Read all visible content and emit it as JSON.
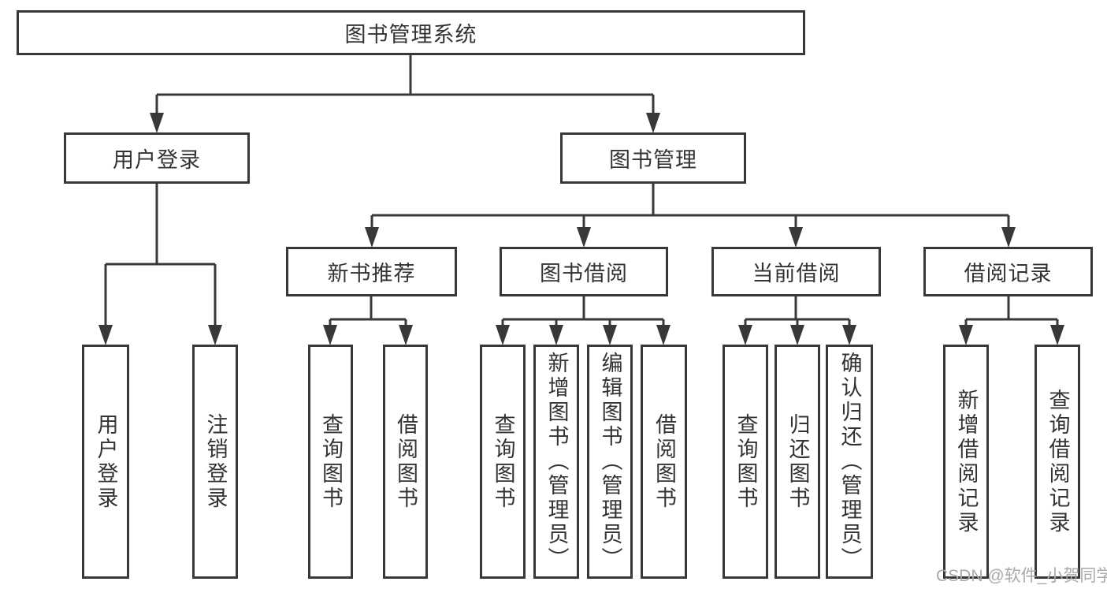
{
  "colors": {
    "line": "#383838",
    "node_border": "#383838",
    "node_text": "#333333",
    "background": "#ffffff",
    "watermark_text_color": "#a9a9a9"
  },
  "diagram": {
    "root": {
      "label": "图书管理系统"
    },
    "branches": [
      {
        "label": "用户登录",
        "children": [
          {
            "label": "用户登录"
          },
          {
            "label": "注销登录"
          }
        ]
      },
      {
        "label": "图书管理",
        "children": [
          {
            "label": "新书推荐",
            "children": [
              {
                "label": "查询图书"
              },
              {
                "label": "借阅图书"
              }
            ]
          },
          {
            "label": "图书借阅",
            "children": [
              {
                "label": "查询图书"
              },
              {
                "label": "新增图书（管理员）"
              },
              {
                "label": "编辑图书（管理员）"
              },
              {
                "label": "借阅图书"
              }
            ]
          },
          {
            "label": "当前借阅",
            "children": [
              {
                "label": "查询图书"
              },
              {
                "label": "归还图书"
              },
              {
                "label": "确认归还（管理员）"
              }
            ]
          },
          {
            "label": "借阅记录",
            "children": [
              {
                "label": "新增借阅记录"
              },
              {
                "label": "查询借阅记录"
              }
            ]
          }
        ]
      }
    ]
  },
  "watermark": {
    "text": "CSDN @软件_小贺同学"
  }
}
